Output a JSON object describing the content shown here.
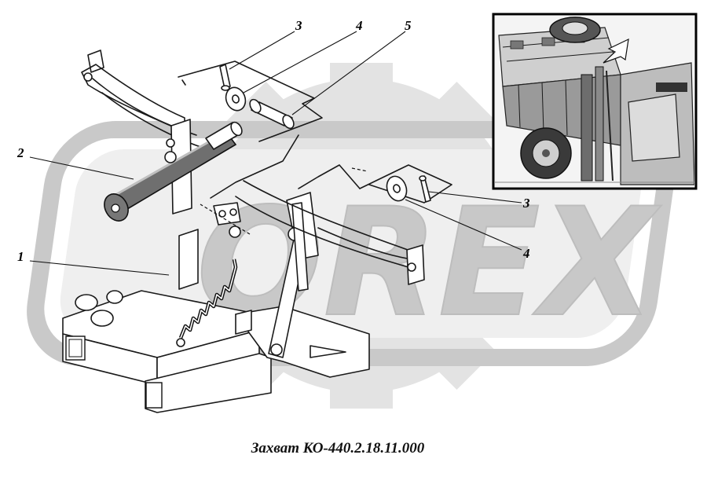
{
  "caption": "Захват КО-440.2.18.11.000",
  "watermark": {
    "text": "OREX",
    "color": "#c8c8c8"
  },
  "callouts": [
    {
      "id": "c-3-top",
      "label": "3"
    },
    {
      "id": "c-4-top",
      "label": "4"
    },
    {
      "id": "c-5",
      "label": "5"
    },
    {
      "id": "c-2",
      "label": "2"
    },
    {
      "id": "c-1",
      "label": "1"
    },
    {
      "id": "c-3-right",
      "label": "3"
    },
    {
      "id": "c-4-right",
      "label": "4"
    }
  ]
}
